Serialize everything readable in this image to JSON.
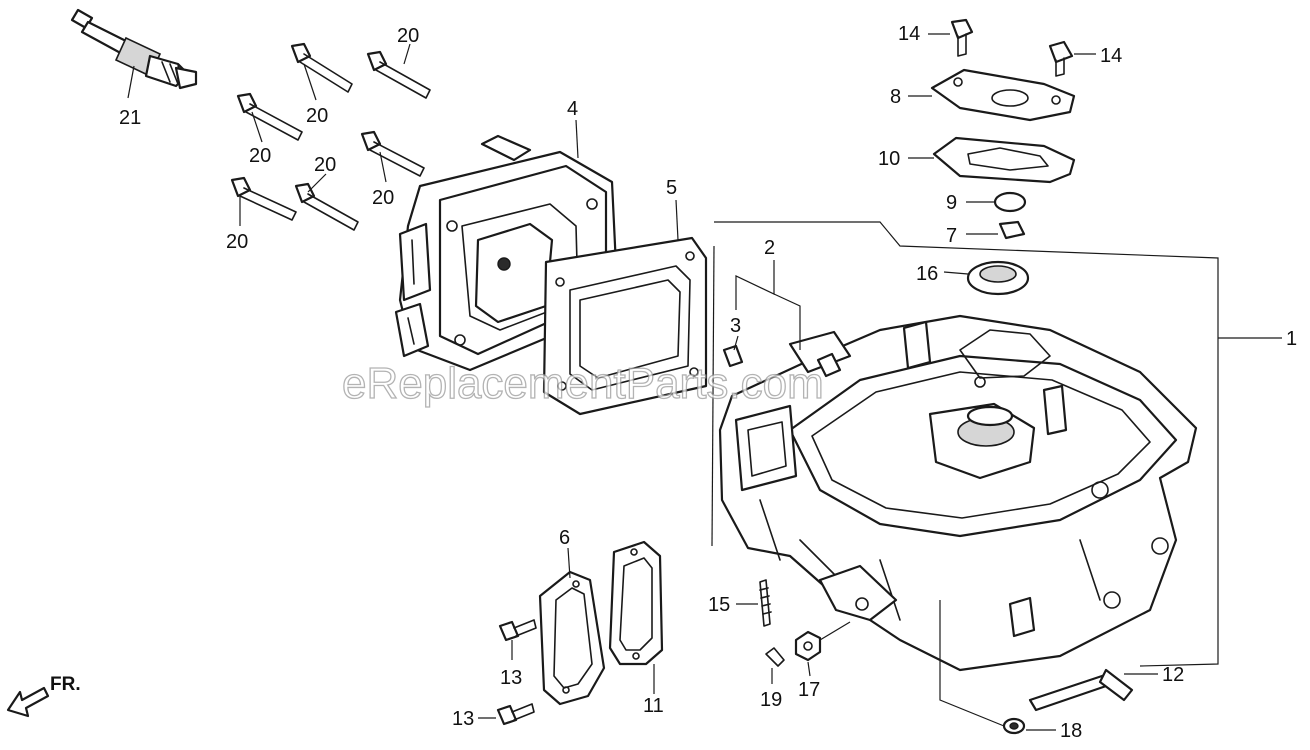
{
  "watermark": "eReplacementParts.com",
  "direction_label": "FR.",
  "callouts": {
    "c1": "1",
    "c2": "2",
    "c3": "3",
    "c4": "4",
    "c5": "5",
    "c6": "6",
    "c7": "7",
    "c8": "8",
    "c9": "9",
    "c10": "10",
    "c11": "11",
    "c12": "12",
    "c13a": "13",
    "c13b": "13",
    "c14a": "14",
    "c14b": "14",
    "c15": "15",
    "c16": "16",
    "c17": "17",
    "c18": "18",
    "c19": "19",
    "c20a": "20",
    "c20b": "20",
    "c20c": "20",
    "c20d": "20",
    "c20e": "20",
    "c20f": "20",
    "c21": "21"
  }
}
